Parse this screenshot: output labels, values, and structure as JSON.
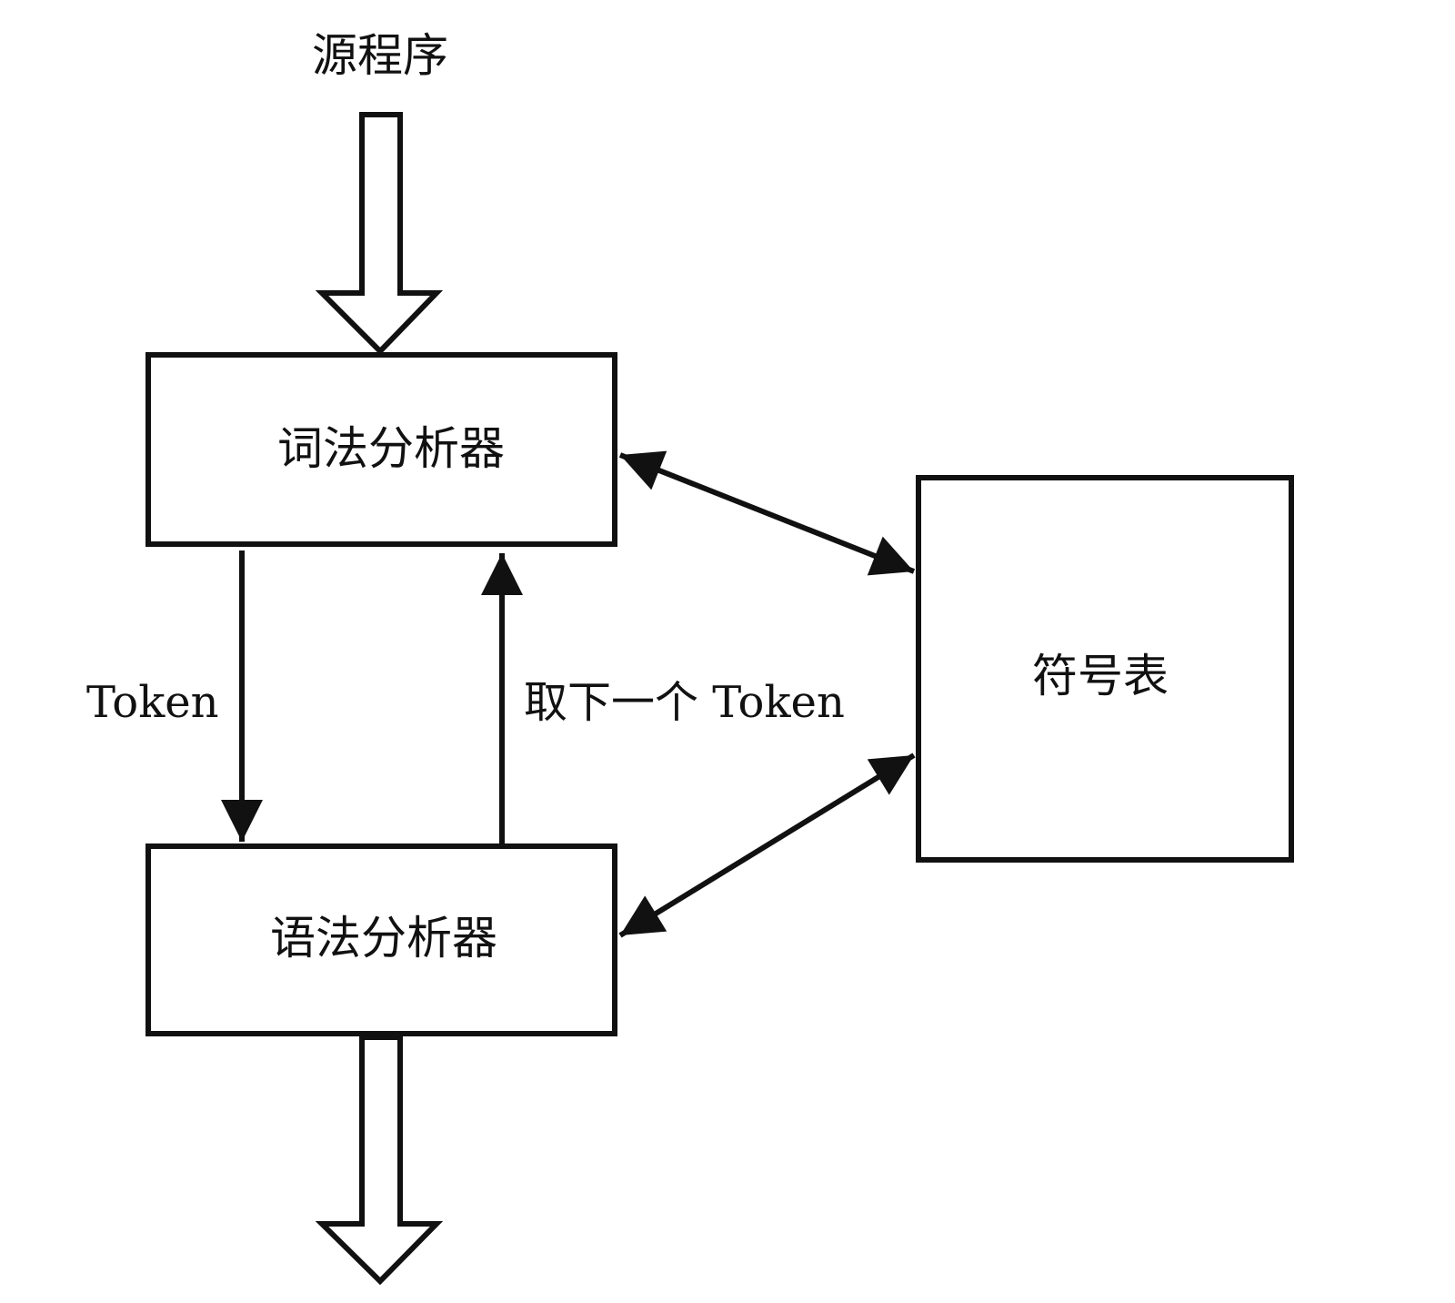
{
  "title": "源程序",
  "boxes": {
    "lexer": "词法分析器",
    "parser": "语法分析器",
    "symbol_table": "符号表"
  },
  "edges": {
    "token": "Token",
    "next_token": "取下一个 Token"
  },
  "colors": {
    "stroke": "#111111",
    "background": "#ffffff"
  }
}
